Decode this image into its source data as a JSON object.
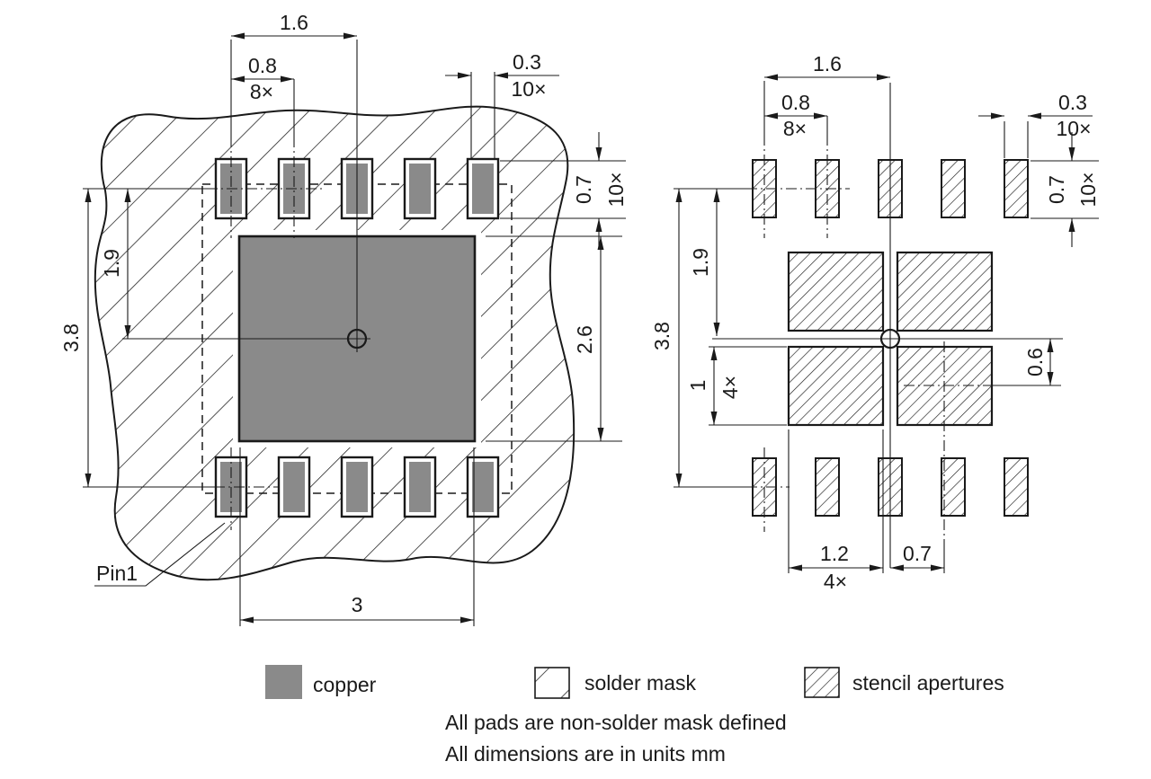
{
  "colors": {
    "copper": "#8a8a8a",
    "line": "#1a1a1a",
    "background": "#ffffff"
  },
  "land_pattern_view": {
    "pin1_label": "Pin1",
    "dims": {
      "pad_to_center_span": "1.6",
      "pad_pitch": "0.8",
      "pad_pitch_count": "8×",
      "pad_width": "0.3",
      "pad_width_count": "10×",
      "pad_height": "0.7",
      "pad_height_count": "10×",
      "row_to_center": "1.9",
      "row_to_row": "3.8",
      "thermal_pad_height": "2.6",
      "thermal_pad_width": "3"
    }
  },
  "stencil_view": {
    "dims": {
      "pad_to_center_span": "1.6",
      "pad_pitch": "0.8",
      "pad_pitch_count": "8×",
      "aperture_width": "0.3",
      "aperture_width_count": "10×",
      "aperture_height": "0.7",
      "aperture_height_count": "10×",
      "row_to_center": "1.9",
      "row_to_row": "3.8",
      "center_aperture_height": "1",
      "center_aperture_height_count": "4×",
      "center_offset_y": "0.6",
      "center_aperture_width": "1.2",
      "center_aperture_width_count": "4×",
      "center_offset_x": "0.7"
    }
  },
  "legend": {
    "items": [
      {
        "label": "copper"
      },
      {
        "label": "solder mask"
      },
      {
        "label": "stencil apertures"
      }
    ]
  },
  "notes": {
    "line1": "All pads are non-solder mask defined",
    "line2": "All dimensions are in units mm"
  }
}
